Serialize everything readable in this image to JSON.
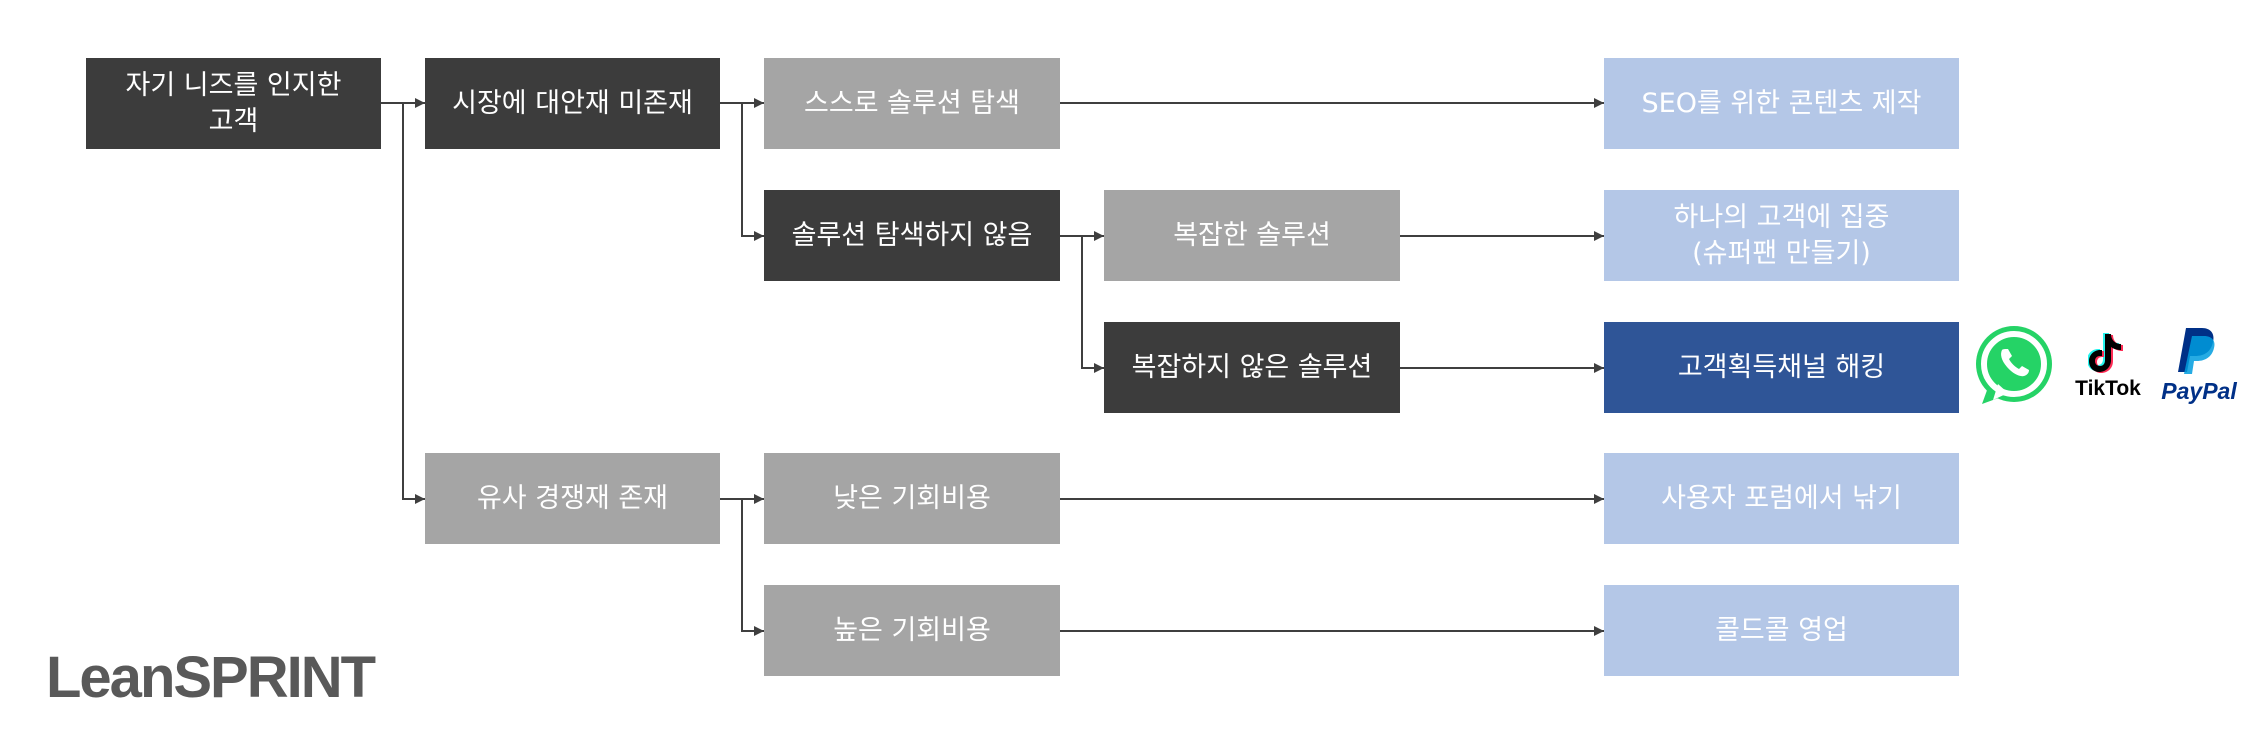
{
  "diagram": {
    "nodes": {
      "root": "자기 니즈를 인지한\n고객",
      "no_alt": "시장에 대안재 미존재",
      "self_search": "스스로 솔루션 탐색",
      "no_search": "솔루션 탐색하지 않음",
      "complex": "복잡한 솔루션",
      "not_complex": "복잡하지 않은 솔루션",
      "competitor": "유사 경쟁재 존재",
      "low_cost": "낮은 기회비용",
      "high_cost": "높은 기회비용",
      "seo": "SEO를 위한 콘텐츠 제작",
      "one_customer": "하나의 고객에 집중\n(슈퍼팬 만들기)",
      "hacking": "고객획득채널 해킹",
      "forum": "사용자 포럼에서 낚기",
      "cold_call": "콜드콜 영업"
    }
  },
  "brands": {
    "tiktok": "TikTok",
    "paypal": "PayPal"
  },
  "icons": [
    "whatsapp-icon",
    "tiktok-icon",
    "paypal-icon"
  ],
  "colors": {
    "dark": "#3c3c3c",
    "gray": "#a5a5a5",
    "light_blue": "#b4c7e7",
    "navy": "#2f5597",
    "whatsapp_green": "#25d366",
    "paypal_dark": "#003087",
    "paypal_light": "#009cde"
  },
  "logo": "LeanSPRINT"
}
